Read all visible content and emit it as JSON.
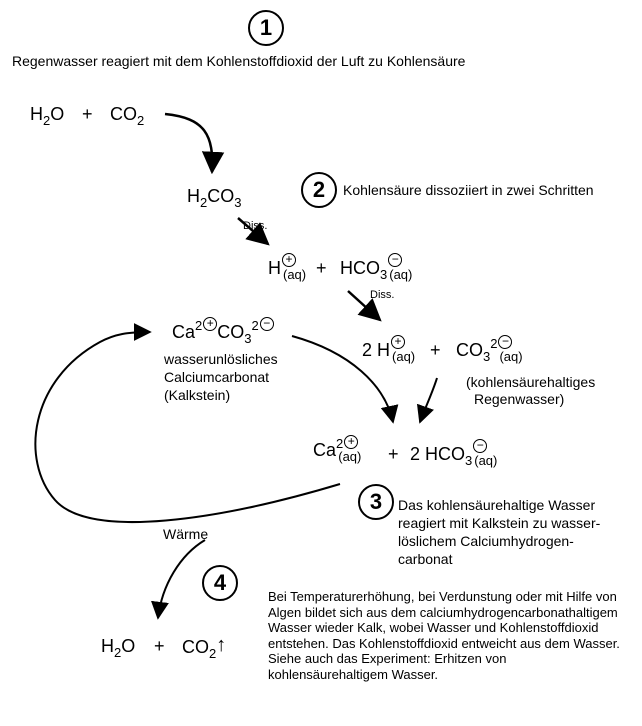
{
  "steps": {
    "s1": "1",
    "s2": "2",
    "s3": "3",
    "s4": "4"
  },
  "texts": {
    "intro": "Regenwasser reagiert mit dem Kohlenstoffdioxid der Luft zu Kohlensäure",
    "step2": "Kohlensäure dissoziiert in zwei Schritten",
    "diss1": "Diss.",
    "diss2": "Diss.",
    "limestone_line1": "wasserunlösliches",
    "limestone_line2": "Calciumcarbonat",
    "limestone_line3": "(Kalkstein)",
    "rain_line1": "(kohlensäurehaltiges",
    "rain_line2": "Regenwasser)",
    "step3_line1": "Das kohlensäurehaltige Wasser",
    "step3_line2": "reagiert mit Kalkstein zu wasser-",
    "step3_line3": "löslichem Calciumhydrogen-",
    "step3_line4": "carbonat",
    "heat": "Wärme",
    "step4_note": "Bei Temperaturerhöhung, bei Verdunstung oder mit Hilfe von Algen bildet sich aus dem calciumhydrogencarbonathaltigem Wasser wieder Kalk, wobei Wasser und Kohlenstoffdioxid entstehen. Das Kohlenstoffdioxid entweicht aus dem Wasser. Siehe auch das Experiment: Erhitzen von kohlensäurehaltigem Wasser."
  },
  "formulas": {
    "h2o_top": {
      "a": "H",
      "b": "2",
      "c": "O"
    },
    "plus1": "+",
    "co2_top": {
      "a": "CO",
      "b": "2"
    },
    "h2co3": {
      "a": "H",
      "b": "2",
      "c": "CO",
      "d": "3"
    },
    "h_aq": {
      "a": "H",
      "charge": "+",
      "sub": "(aq)"
    },
    "plus2": "+",
    "hco3_aq": {
      "a": "HCO",
      "b": "3",
      "charge": "−",
      "sub": "(aq)"
    },
    "caco3": {
      "a": "Ca",
      "b": "2",
      "charge1": "+",
      "c": "CO",
      "d": "3",
      "e": "2",
      "charge2": "−"
    },
    "two_h_aq": {
      "pre": "2 H",
      "charge": "+",
      "sub": "(aq)"
    },
    "plus3": "+",
    "co3_aq": {
      "a": "CO",
      "b": "3",
      "c": "2",
      "charge": "−",
      "sub": "(aq)"
    },
    "ca_aq": {
      "a": "Ca",
      "b": "2",
      "charge": "+",
      "sub": "(aq)"
    },
    "plus4": "+",
    "two_hco3_aq": {
      "pre": "2 HCO",
      "b": "3",
      "charge": "−",
      "sub": "(aq)"
    },
    "h2o_bottom": {
      "a": "H",
      "b": "2",
      "c": "O"
    },
    "plus5": "+",
    "co2_bottom": {
      "a": "CO",
      "b": "2",
      "arrow": "↑"
    }
  }
}
